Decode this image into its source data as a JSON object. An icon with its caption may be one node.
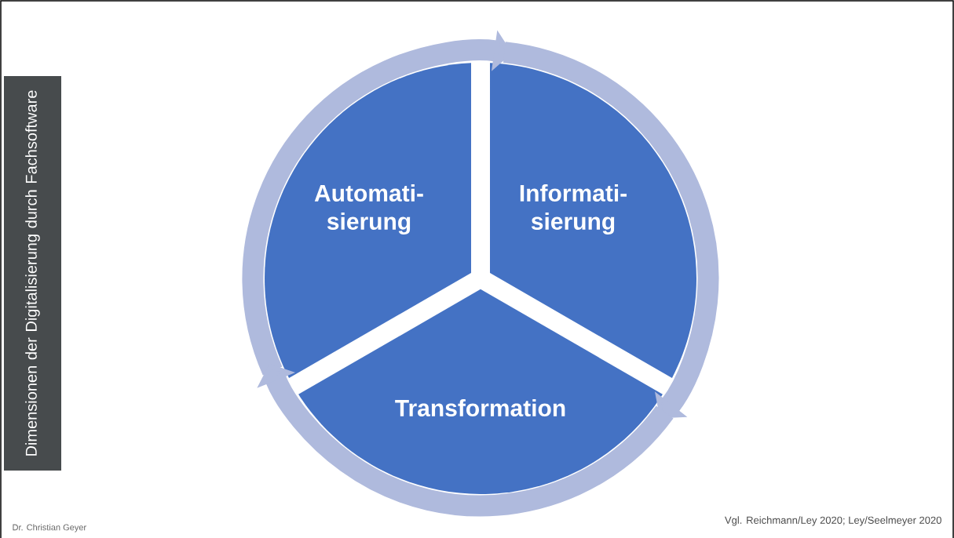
{
  "diagram": {
    "nodes": [
      {
        "text": [
          "Automati- sierung"
        ]
      },
      {
        "text": [
          "Informati- sierung"
        ]
      },
      {
        "text": [
          "Transformation"
        ]
      },
      {
        "text": [
          "Dimensionen der Digitalisierung durch Fachsoftware"
        ]
      }
    ],
    "edges": [
      {
        "from": 0,
        "to": 1,
        "arrow": "to"
      },
      {
        "from": 1,
        "to": 2,
        "arrow": "to"
      },
      {
        "from": 2,
        "to": 0,
        "arrow": "to"
      }
    ],
    "labels": [
      "Dr. Christian Geyer",
      "Vgl. Reichmann/Ley 2020; Ley/Seelmeyer 2020"
    ]
  }
}
